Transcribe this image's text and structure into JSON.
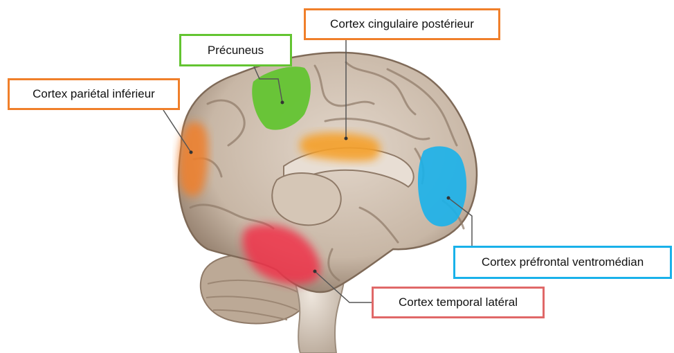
{
  "regions": {
    "inferior_parietal": {
      "label": "Cortex pariétal inférieur",
      "color": "#f07f2a"
    },
    "precuneus": {
      "label": "Précuneus",
      "color": "#63c431"
    },
    "posterior_cingulate": {
      "label": "Cortex cingulaire postérieur",
      "color": "#f07f2a"
    },
    "ventromedial_prefrontal": {
      "label": "Cortex préfrontal ventromédian",
      "color": "#19b1ea"
    },
    "lateral_temporal": {
      "label": "Cortex temporal latéral",
      "color": "#e06868"
    }
  },
  "brain_colors": {
    "cortex": "#c8b7a6",
    "cortex_dark": "#8f7a68",
    "brainstem": "#d6cabe",
    "leader_line": "#555555"
  }
}
